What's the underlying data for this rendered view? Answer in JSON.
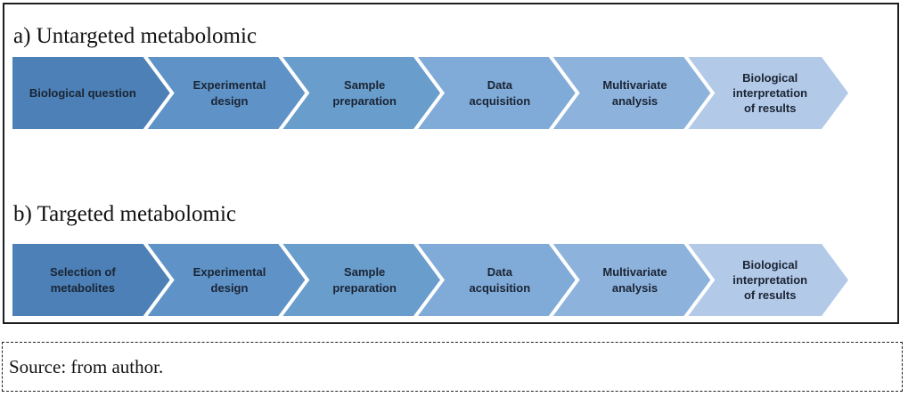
{
  "figure": {
    "panel_border_color": "#1e1e1e",
    "label_text_color": "#1a2433",
    "step_colors": [
      "#4c80b6",
      "#5f93c8",
      "#699dcc",
      "#80aad7",
      "#8db2dc",
      "#b3c9e8"
    ]
  },
  "sections": [
    {
      "id": "a",
      "title": "a) Untargeted metabolomic",
      "steps": [
        {
          "label": "Biological question",
          "lines": [
            "Biological question"
          ],
          "color": "#4c80b6"
        },
        {
          "label": "Experimental design",
          "lines": [
            "Experimental",
            "design"
          ],
          "color": "#5f93c8"
        },
        {
          "label": "Sample preparation",
          "lines": [
            "Sample",
            "preparation"
          ],
          "color": "#699dcc"
        },
        {
          "label": "Data acquisition",
          "lines": [
            "Data",
            "acquisition"
          ],
          "color": "#80aad7"
        },
        {
          "label": "Multivariate analysis",
          "lines": [
            "Multivariate",
            "analysis"
          ],
          "color": "#8db2dc"
        },
        {
          "label": "Biological interpretation of results",
          "lines": [
            "Biological",
            "interpretation",
            "of results"
          ],
          "color": "#b3c9e8"
        }
      ]
    },
    {
      "id": "b",
      "title": "b) Targeted metabolomic",
      "steps": [
        {
          "label": "Selection of metabolites",
          "lines": [
            "Selection of",
            "metabolites"
          ],
          "color": "#4c80b6"
        },
        {
          "label": "Experimental design",
          "lines": [
            "Experimental",
            "design"
          ],
          "color": "#5f93c8"
        },
        {
          "label": "Sample preparation",
          "lines": [
            "Sample",
            "preparation"
          ],
          "color": "#699dcc"
        },
        {
          "label": "Data acquisition",
          "lines": [
            "Data",
            "acquisition"
          ],
          "color": "#80aad7"
        },
        {
          "label": "Multivariate analysis",
          "lines": [
            "Multivariate",
            "analysis"
          ],
          "color": "#8db2dc"
        },
        {
          "label": "Biological interpretation of results",
          "lines": [
            "Biological",
            "interpretation",
            "of results"
          ],
          "color": "#b3c9e8"
        }
      ]
    }
  ],
  "source": {
    "text": "Source: from author."
  }
}
